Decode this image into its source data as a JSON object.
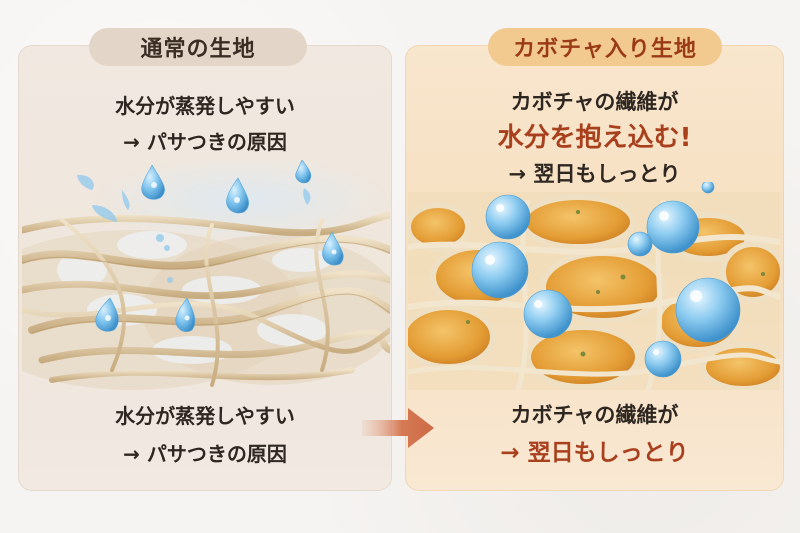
{
  "left_panel": {
    "title": "通常の生地",
    "top_lines": [
      "水分が蒸発しやすい",
      "→ パサつきの原因"
    ],
    "bottom_lines": [
      "水分が蒸発しやすい",
      "→ パサつきの原因"
    ],
    "illustration": "dry-fiber-mesh-with-evaporating-droplets"
  },
  "right_panel": {
    "title": "カボチャ入り生地",
    "top_lines": [
      "カボチャの繊維が",
      "水分を抱え込む!",
      "→ 翌日もしっとり"
    ],
    "bottom_lines": [
      "カボチャの繊維が",
      "→ 翌日もしっとり"
    ],
    "illustration": "pumpkin-fiber-mesh-holding-water-droplets"
  },
  "arrow": {
    "direction": "right",
    "icon": "arrow-right-icon"
  },
  "colors": {
    "background": "#f6f4f2",
    "left_panel_bg": "#efe6dc",
    "right_panel_bg": "#f6dfc0",
    "left_pill": "#e3d6c8",
    "right_pill": "#f2c98f",
    "title_right_text": "#9a3a16",
    "emphasis_text": "#a8401e",
    "body_text": "#2e2620",
    "arrow": "#d2704a",
    "water": "#6fb9e6",
    "fiber": "#e6d3b3",
    "pumpkin": "#e6a33c"
  }
}
